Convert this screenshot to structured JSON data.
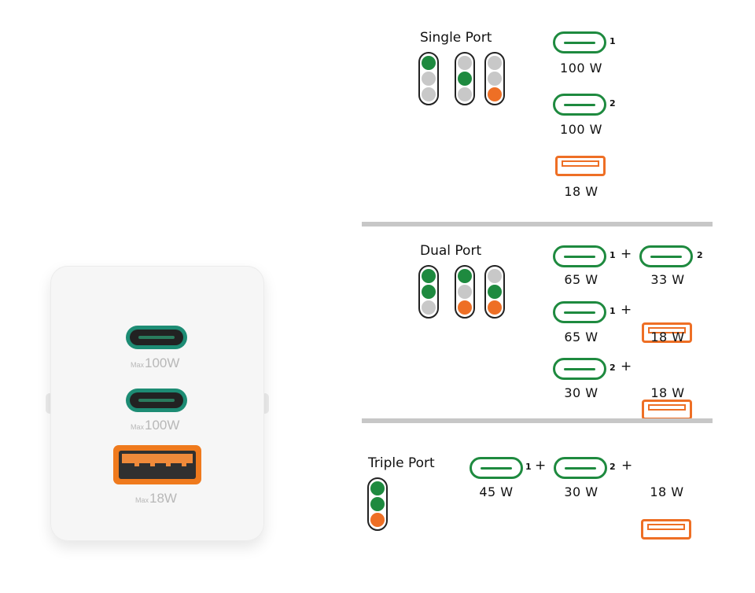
{
  "colors": {
    "green": "#1e8a3f",
    "orange": "#ee6f25",
    "off": "#c8c8c8"
  },
  "charger": {
    "ports": [
      {
        "type": "usb-c",
        "max_prefix": "Max",
        "max_value": "100W"
      },
      {
        "type": "usb-c",
        "max_prefix": "Max",
        "max_value": "100W"
      },
      {
        "type": "usb-a",
        "max_prefix": "Max",
        "max_value": "18W"
      }
    ]
  },
  "single": {
    "title": "Single Port",
    "indicators": [
      [
        "green",
        "off",
        "off"
      ],
      [
        "off",
        "green",
        "off"
      ],
      [
        "off",
        "off",
        "orange"
      ]
    ],
    "rows": [
      {
        "port": "usb-c",
        "num": "1",
        "watt": "100 W"
      },
      {
        "port": "usb-c",
        "num": "2",
        "watt": "100 W"
      },
      {
        "port": "usb-a",
        "num": "",
        "watt": "18 W"
      }
    ]
  },
  "dual": {
    "title": "Dual Port",
    "plus": "+",
    "indicators": [
      [
        "green",
        "green",
        "off"
      ],
      [
        "green",
        "off",
        "orange"
      ],
      [
        "off",
        "green",
        "orange"
      ]
    ],
    "rows": [
      {
        "a": {
          "port": "usb-c",
          "num": "1",
          "watt": "65 W"
        },
        "b": {
          "port": "usb-c",
          "num": "2",
          "watt": "33 W"
        }
      },
      {
        "a": {
          "port": "usb-c",
          "num": "1",
          "watt": "65 W"
        },
        "b": {
          "port": "usb-a",
          "num": "",
          "watt": "18 W"
        }
      },
      {
        "a": {
          "port": "usb-c",
          "num": "2",
          "watt": "30 W"
        },
        "b": {
          "port": "usb-a",
          "num": "",
          "watt": "18 W"
        }
      }
    ]
  },
  "triple": {
    "title": "Triple Port",
    "plus": "+",
    "indicator": [
      "green",
      "green",
      "orange"
    ],
    "ports": [
      {
        "port": "usb-c",
        "num": "1",
        "watt": "45 W"
      },
      {
        "port": "usb-c",
        "num": "2",
        "watt": "30 W"
      },
      {
        "port": "usb-a",
        "num": "",
        "watt": "18 W"
      }
    ]
  }
}
